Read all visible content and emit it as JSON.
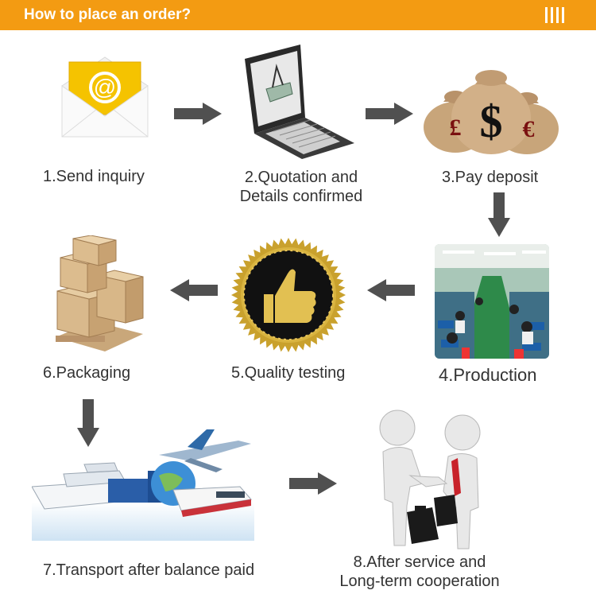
{
  "header": {
    "title": "How to place an order?",
    "accent_color": "#f39b12"
  },
  "steps": [
    {
      "label": "1.Send inquiry",
      "icon": "email-envelope-icon"
    },
    {
      "label": "2.Quotation and",
      "label2": "Details confirmed",
      "icon": "laptop-icon"
    },
    {
      "label": "3.Pay deposit",
      "icon": "money-bags-icon"
    },
    {
      "label": "4.Production",
      "icon": "factory-photo"
    },
    {
      "label": "5.Quality testing",
      "icon": "thumbs-up-seal-icon"
    },
    {
      "label": "6.Packaging",
      "icon": "cardboard-boxes-icon"
    },
    {
      "label": "7.Transport after balance paid",
      "icon": "transport-icon"
    },
    {
      "label": "8.After service and",
      "label2": "Long-term cooperation",
      "icon": "handshake-icon"
    }
  ],
  "bag_symbols": {
    "left": "£",
    "center": "$",
    "right": "€"
  },
  "email_symbol": "@"
}
